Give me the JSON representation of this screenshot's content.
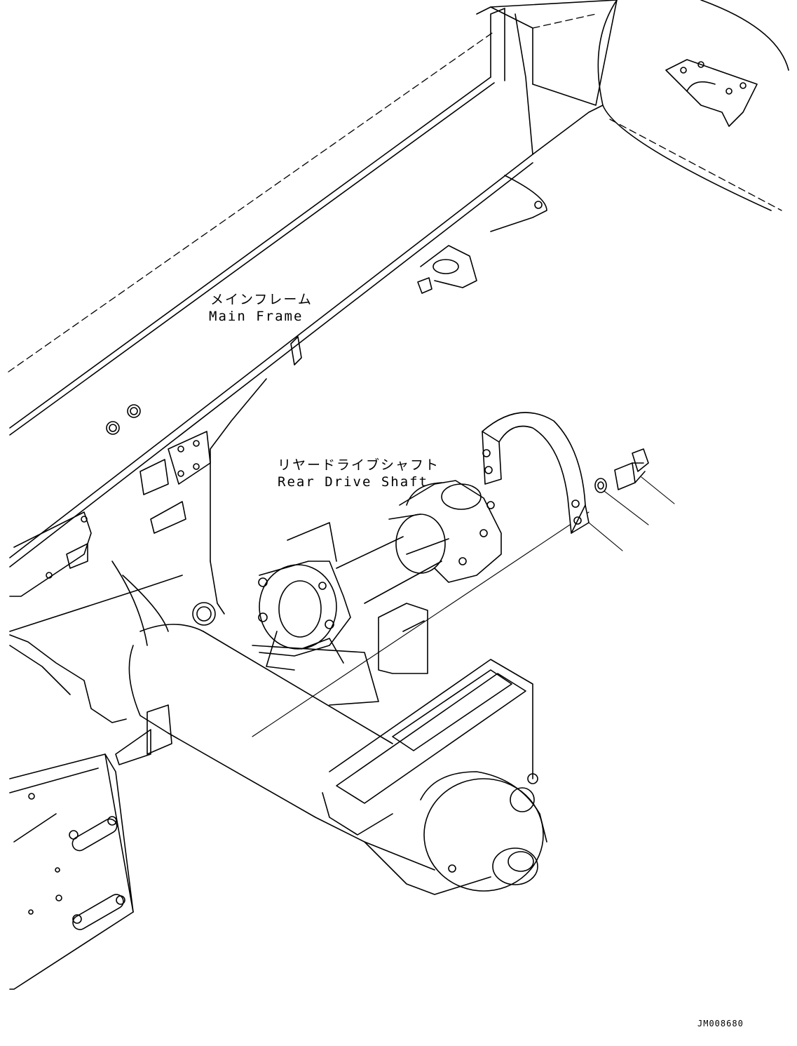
{
  "labels": {
    "main_frame_jp": "メインフレーム",
    "main_frame_en": "Main Frame",
    "drive_shaft_jp": "リヤードライブシャフト",
    "drive_shaft_en": "Rear Drive Shaft"
  },
  "drawing_code": "JM008680",
  "colors": {
    "line": "#000000",
    "background": "#ffffff"
  }
}
